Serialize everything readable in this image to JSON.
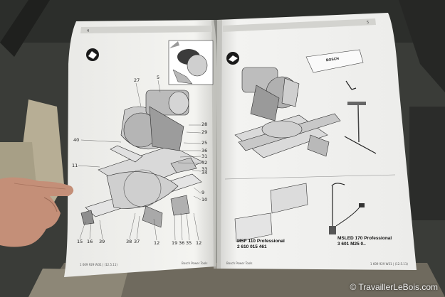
{
  "left_page": {
    "callouts": [
      {
        "id": "c27",
        "text": "27"
      },
      {
        "id": "c5",
        "text": "5"
      },
      {
        "id": "c28",
        "text": "28"
      },
      {
        "id": "c29",
        "text": "29"
      },
      {
        "id": "c25",
        "text": "25"
      },
      {
        "id": "c36",
        "text": "36"
      },
      {
        "id": "c40",
        "text": "40"
      },
      {
        "id": "c31",
        "text": "31"
      },
      {
        "id": "c32",
        "text": "32"
      },
      {
        "id": "c33",
        "text": "33"
      },
      {
        "id": "c11",
        "text": "11"
      },
      {
        "id": "c34",
        "text": "34"
      },
      {
        "id": "c9",
        "text": "9"
      },
      {
        "id": "c10",
        "text": "10"
      },
      {
        "id": "c15",
        "text": "15"
      },
      {
        "id": "c16",
        "text": "16"
      },
      {
        "id": "c39",
        "text": "39"
      },
      {
        "id": "c38",
        "text": "38"
      },
      {
        "id": "c37",
        "text": "37"
      },
      {
        "id": "c12a",
        "text": "12"
      },
      {
        "id": "c19",
        "text": "19"
      },
      {
        "id": "c36b",
        "text": "36"
      },
      {
        "id": "c35",
        "text": "35"
      },
      {
        "id": "c12b",
        "text": "12"
      }
    ],
    "footer_left": "1 609 929 W31 | (12.5.11)",
    "footer_right": "Bosch Power Tools"
  },
  "right_page": {
    "bag_label": "BOSCH",
    "accessory1": {
      "name": "MSF 110 Professional",
      "code": "2 610 015 461"
    },
    "accessory2": {
      "name": "MSLED 170 Professional",
      "code": "3 601 M25 0.."
    },
    "footer_left": "Bosch Power Tools",
    "footer_right": "1 609 929 W31 | (12.5.11)"
  },
  "watermark": "© TravaillerLeBois.com"
}
